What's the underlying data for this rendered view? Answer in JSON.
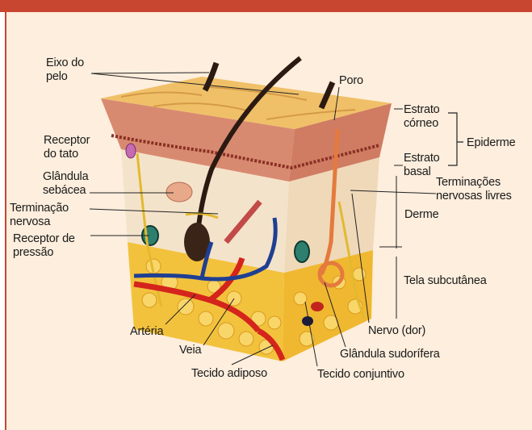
{
  "colors": {
    "top_bar": "#c8452f",
    "panel_background": "#fdeedd",
    "panel_border": "#c8452f",
    "epidermis": "#e9b27c",
    "dermis": "#f2dfc6",
    "subcutaneous_fat": "#f3c23d",
    "artery": "#d4241c",
    "vein": "#1f3f93",
    "hair": "#2b1a12"
  },
  "labels": {
    "eixo_do_pelo": [
      "Eixo do",
      "pelo"
    ],
    "receptor_do_tato": [
      "Receptor",
      "do tato"
    ],
    "glandula_sebacea": [
      "Glândula",
      "sebácea"
    ],
    "terminacao_nervosa": [
      "Terminação",
      "nervosa"
    ],
    "receptor_de_pressao": [
      "Receptor de",
      "pressão"
    ],
    "arteria": "Artéria",
    "veia": "Veia",
    "tecido_adiposo": "Tecido adiposo",
    "tecido_conjuntivo": "Tecido conjuntivo",
    "glandula_sudorifera": "Glândula sudorífera",
    "nervo_dor": "Nervo (dor)",
    "poro": "Poro",
    "estrato_corneo": [
      "Estrato",
      "córneo"
    ],
    "estrato_basal": [
      "Estrato",
      "basal"
    ],
    "epiderme": "Epiderme",
    "terminacoes_nervosas_livres": [
      "Terminações",
      "nervosas livres"
    ],
    "derme": "Derme",
    "tela_subcutanea": "Tela subcutânea"
  }
}
